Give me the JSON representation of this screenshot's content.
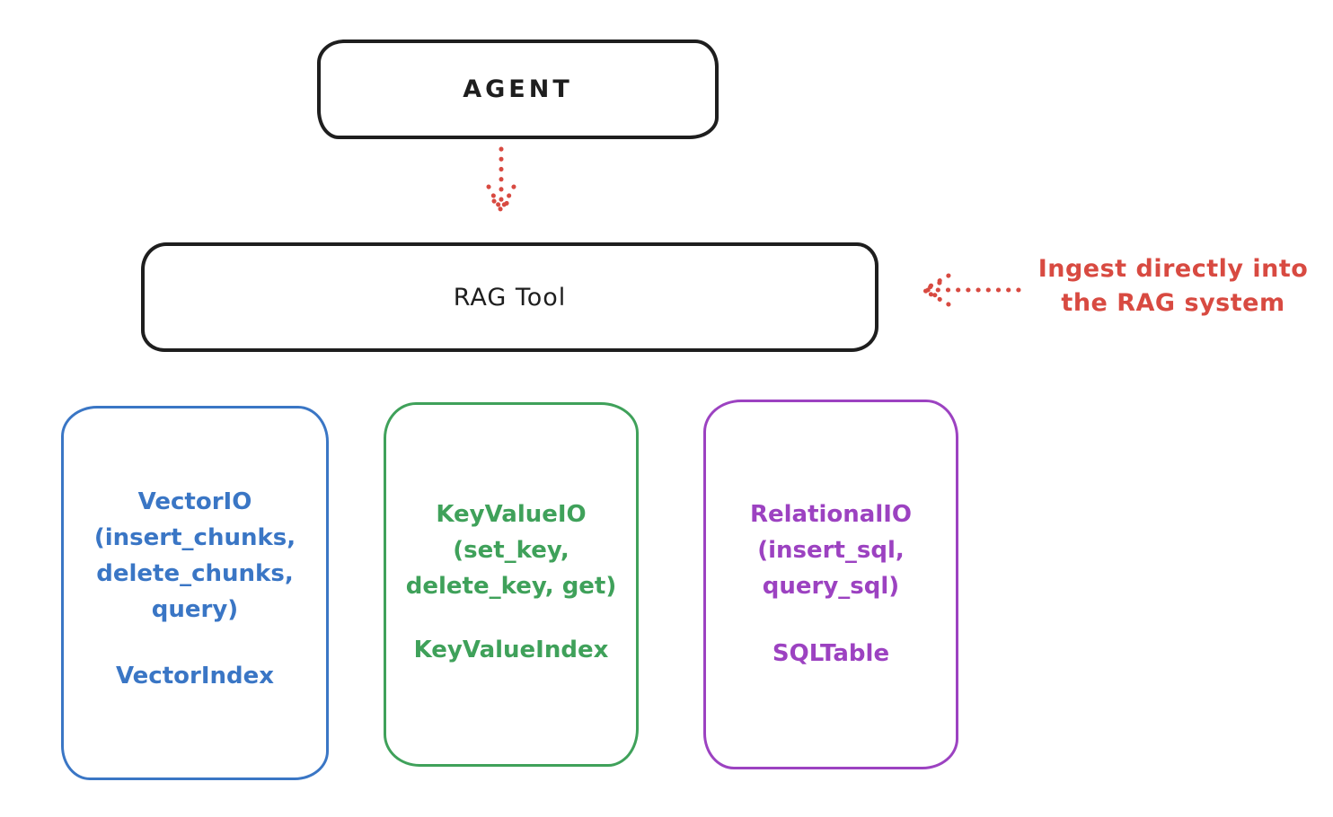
{
  "palette": {
    "ink_black": "#1e1e1e",
    "accent_red": "#d84a41",
    "vector_blue": "#3a76c5",
    "keyvalue_green": "#3fa15a",
    "relational_purple": "#9c42c1",
    "background": "#ffffff"
  },
  "agent_node": {
    "label": "AGENT"
  },
  "rag_tool_node": {
    "label": "RAG Tool"
  },
  "annotation": {
    "line1": "Ingest directly into",
    "line2": "the RAG system"
  },
  "io_boxes": [
    {
      "id": "vector-io",
      "color": "#3a76c5",
      "title_lines": [
        "VectorIO",
        "(insert_chunks,",
        "delete_chunks,",
        "query)"
      ],
      "index_label": "VectorIndex"
    },
    {
      "id": "keyvalue-io",
      "color": "#3fa15a",
      "title_lines": [
        "KeyValueIO",
        "(set_key,",
        "delete_key, get)"
      ],
      "index_label": "KeyValueIndex"
    },
    {
      "id": "relational-io",
      "color": "#9c42c1",
      "title_lines": [
        "RelationalIO",
        "(insert_sql,",
        "query_sql)"
      ],
      "index_label": "SQLTable"
    }
  ]
}
